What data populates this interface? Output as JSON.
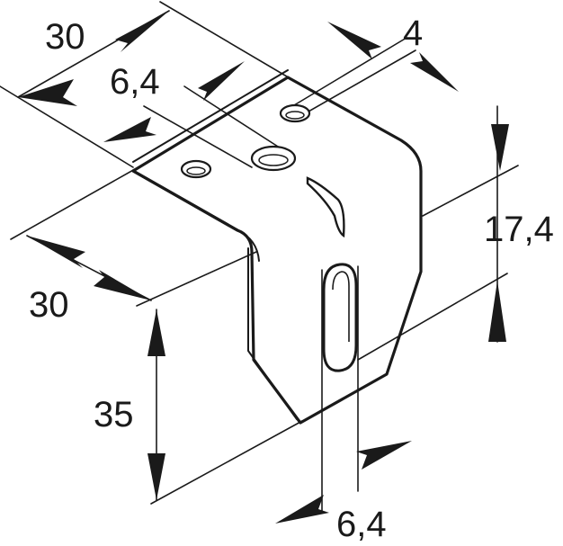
{
  "drawing": {
    "line_color": "#1a1a1a",
    "background": "#ffffff",
    "dimensions": {
      "top_width": "30",
      "hole_diameter": "6,4",
      "edge_offset": "4",
      "side_depth": "30",
      "slot_height": "17,4",
      "height": "35",
      "slot_width": "6,4"
    }
  }
}
